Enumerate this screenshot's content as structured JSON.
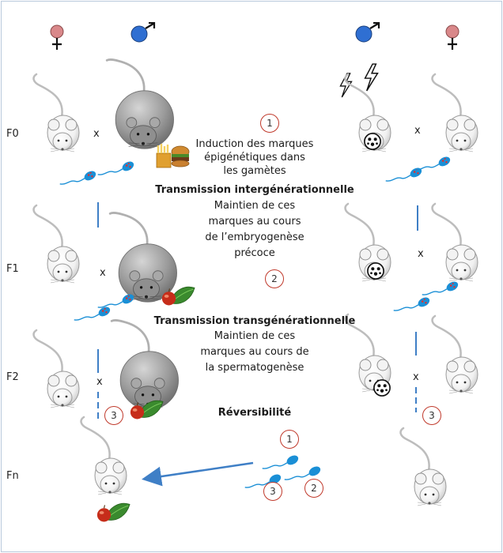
{
  "generations": [
    "F0",
    "F1",
    "F2",
    "Fn"
  ],
  "cross_symbol": "x",
  "center": {
    "step1_num": "1",
    "step1_text": [
      "Induction des marques",
      "épigénétiques dans",
      "les gamètes"
    ],
    "inter_title": "Transmission intergénérationnelle",
    "inter_text": [
      "Maintien de ces",
      "marques au cours",
      "de l’embryogenèse",
      "précoce"
    ],
    "step2_num": "2",
    "trans_title": "Transmission transgénérationnelle",
    "trans_text": [
      "Maintien de ces",
      "marques au cours de",
      "la spermatogenèse"
    ],
    "rev_title": "Réversibilité",
    "rev_nums": [
      "1",
      "3",
      "2"
    ]
  },
  "side_num": "3",
  "icons": [
    "female-symbol-icon",
    "male-symbol-icon",
    "mouse-icon",
    "fat-mouse-icon",
    "sperm-icon",
    "fast-food-icon",
    "healthy-food-icon",
    "lightning-icon",
    "toxic-badge-icon"
  ],
  "colors": {
    "border": "#b9c9dc",
    "circle": "#c0392b",
    "sperm": "#1a8fd6",
    "arrow": "#3f7fc6",
    "female": "#d9888a",
    "male": "#2f6fd2"
  }
}
